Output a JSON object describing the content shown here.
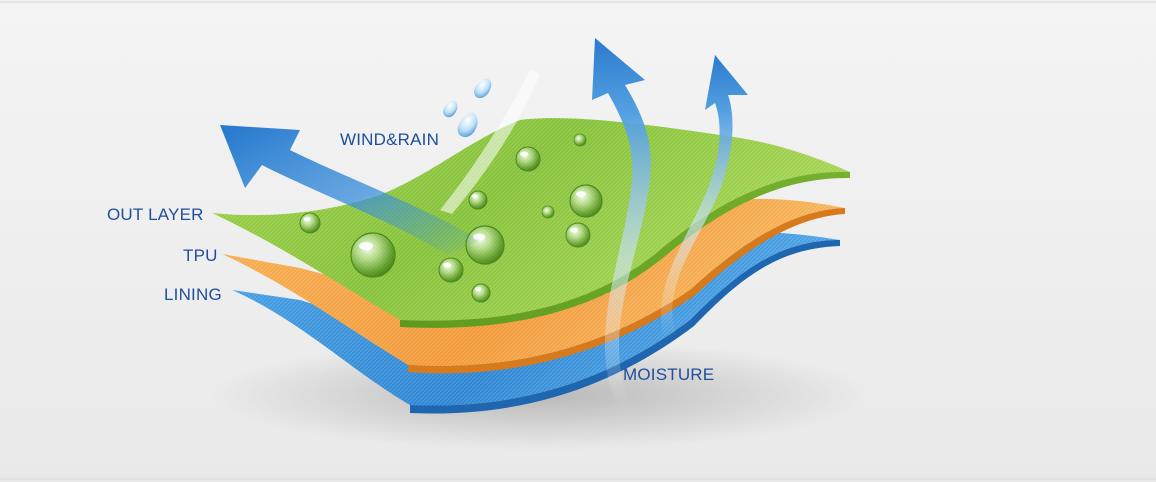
{
  "labels": {
    "wind_rain": "WIND&RAIN",
    "out_layer": "OUT LAYER",
    "tpu": "TPU",
    "lining": "LINING",
    "moisture": "MOISTURE"
  },
  "colors": {
    "background": "#eeeeee",
    "label_text": "#1f4f9a",
    "out_layer": "#8cc63f",
    "tpu": "#f5a347",
    "lining": "#3f96dc",
    "arrow": "#2f7fd0"
  },
  "icons": [
    "water-drop-icon",
    "arrow-icon"
  ]
}
